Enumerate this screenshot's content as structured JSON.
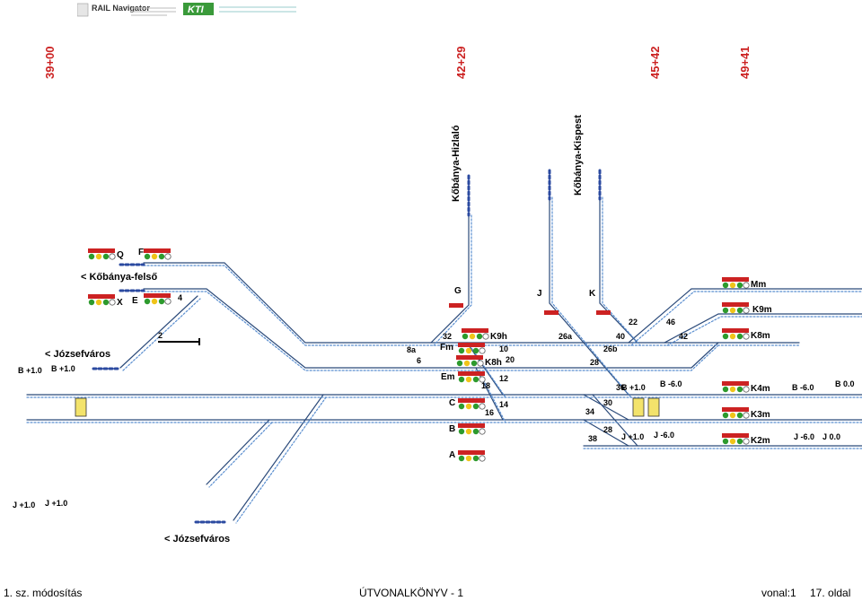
{
  "header": {
    "logo_railnavigator": "RAIL Navigator",
    "logo_kti": "KTI"
  },
  "km_posts": [
    "39+00",
    "42+29",
    "45+42",
    "49+41"
  ],
  "directions": {
    "kobanya_hizlalo": "Kőbánya-Hizlaló",
    "kobanya_kispest": "Kőbánya-Kispest",
    "kobanya_felso": "< Kőbánya-felső",
    "jozsefvaros_upper": "< Józsefváros",
    "jozsefvaros_lower": "< Józsefváros"
  },
  "signals": {
    "Q": "Q",
    "F": "F",
    "X": "X",
    "E": "E",
    "G": "G",
    "J": "J",
    "K": "K",
    "Fm": "Fm",
    "Em": "Em",
    "C": "C",
    "B": "B",
    "A": "A",
    "K9h": "K9h",
    "K8h": "K8h",
    "Mm": "Mm",
    "K9m": "K9m",
    "K8m": "K8m",
    "K4m": "K4m",
    "K3m": "K3m",
    "K2m": "K2m"
  },
  "switches": {
    "s2": "2",
    "s4": "4",
    "s32": "32",
    "s8a": "8a",
    "s6": "6",
    "s10": "10",
    "s20": "20",
    "s12": "12",
    "s18": "18",
    "s14": "14",
    "s16": "16",
    "s26a": "26a",
    "s26b": "26b",
    "s40": "40",
    "s22": "22",
    "s46": "46",
    "s42": "42",
    "s28a": "28",
    "s30": "30",
    "s34": "34",
    "s36": "36",
    "s28b": "28",
    "s38": "38"
  },
  "grades": {
    "b_left_1": "B +1.0",
    "b_left_2": "B +1.0",
    "j_left_1": "J +1.0",
    "j_left_2": "J +1.0",
    "b_mid_1": "B +1.0",
    "b_mid_2": "B -6.0",
    "j_mid_1": "J +1.0",
    "j_mid_2": "J -6.0",
    "b_right_1": "B -6.0",
    "b_right_2": "B 0.0",
    "j_right_1": "J -6.0",
    "j_right_2": "J 0.0"
  },
  "footer": {
    "modification": "1. sz. módosítás",
    "book": "ÚTVONALKÖNYV - 1",
    "line": "vonal:1",
    "page": "17. oldal"
  }
}
